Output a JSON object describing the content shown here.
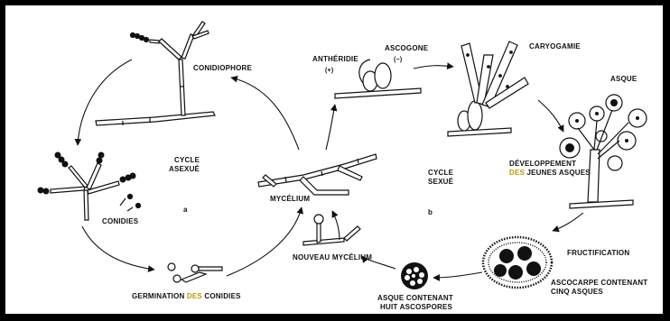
{
  "labels": {
    "conidiophore": "CONIDIOPHORE",
    "conidies": "CONIDIES",
    "cycle_asexue_1": "CYCLE",
    "cycle_asexue_2": "ASEXUÉ",
    "panel_a": "a",
    "germination_1": "GERMINATION ",
    "germination_hl": "DES",
    "germination_2": " CONIDIES",
    "mycelium": "MYCÉLIUM",
    "nouveau_mycelium": "NOUVEAU MYCÉLIUM",
    "antheridie": "ANTHÉRIDIE",
    "antheridie_sign": "(+)",
    "ascogone": "ASCOGONE",
    "ascogone_sign": "(−)",
    "caryogamie": "CARYOGAMIE",
    "asque": "ASQUE",
    "developpement_1": "DÉVELOPPEMENT",
    "developpement_hl": "DES",
    "developpement_2": " JEUNES ASQUES",
    "cycle_sexue_1": "CYCLE",
    "cycle_sexue_2": "SEXUÉ",
    "panel_b": "b",
    "fructification": "FRUCTIFICATION",
    "ascocarpe_1": "ASCOCARPE CONTENANT",
    "ascocarpe_2": "CINQ ASQUES",
    "asque_contenant_1": "ASQUE CONTENANT",
    "asque_contenant_2": "HUIT ASCOSPORES"
  },
  "colors": {
    "background": "#ffffff",
    "frame": "#000000",
    "ink": "#111111",
    "highlight": "#b89a00"
  }
}
